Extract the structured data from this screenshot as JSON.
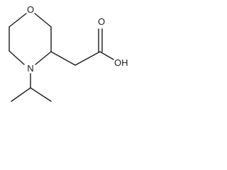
{
  "molecule": {
    "atom_labels": {
      "ring_oxygen": "O",
      "ring_nitrogen": "N",
      "carbonyl_oxygen": "O",
      "hydroxyl": "OH"
    }
  }
}
